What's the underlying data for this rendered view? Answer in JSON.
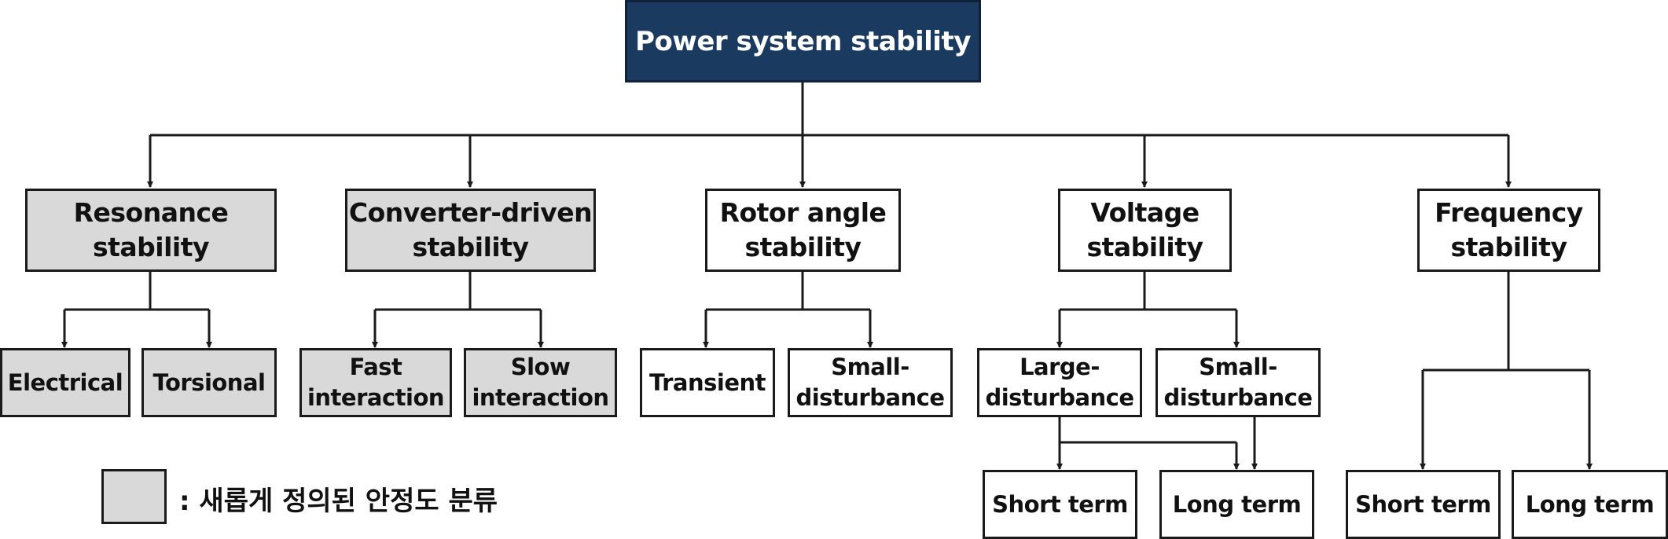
{
  "root": {
    "label": "Power system stability"
  },
  "categories": {
    "resonance": {
      "label": "Resonance\nstability"
    },
    "converter": {
      "label": "Converter-driven\nstability"
    },
    "rotor": {
      "label": "Rotor angle\nstability"
    },
    "voltage": {
      "label": "Voltage\nstability"
    },
    "frequency": {
      "label": "Frequency\nstability"
    }
  },
  "subcategories": {
    "electrical": {
      "label": "Electrical"
    },
    "torsional": {
      "label": "Torsional"
    },
    "fast": {
      "label": "Fast\ninteraction"
    },
    "slow": {
      "label": "Slow\ninteraction"
    },
    "transient": {
      "label": "Transient"
    },
    "rotor_small": {
      "label": "Small-\ndisturbance"
    },
    "voltage_large": {
      "label": "Large-\ndisturbance"
    },
    "voltage_small": {
      "label": "Small-\ndisturbance"
    },
    "voltage_short": {
      "label": "Short term"
    },
    "voltage_long": {
      "label": "Long term"
    },
    "freq_short": {
      "label": "Short term"
    },
    "freq_long": {
      "label": "Long term"
    }
  },
  "legend": {
    "text": ": 새롭게 정의된 안정도 분류"
  },
  "colors": {
    "root_fill": "#1b3a5f",
    "new_class_fill": "#d9d9d9",
    "line": "#1a1a1a"
  }
}
